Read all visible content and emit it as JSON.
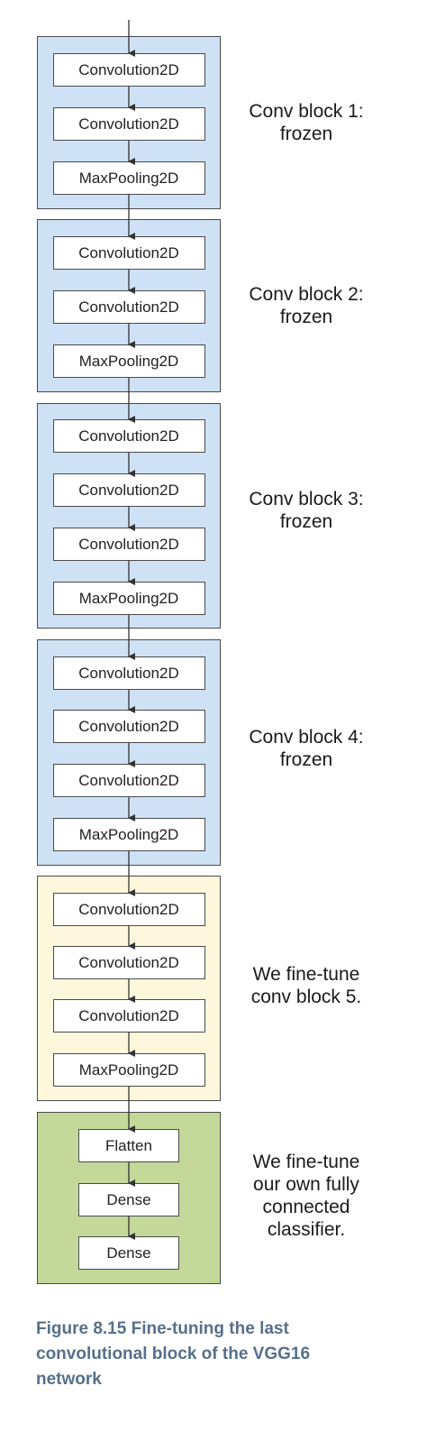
{
  "blocks": [
    {
      "kind": "frozen",
      "layers": [
        "Convolution2D",
        "Convolution2D",
        "MaxPooling2D"
      ],
      "label": [
        "Conv block 1:",
        "frozen"
      ]
    },
    {
      "kind": "frozen",
      "layers": [
        "Convolution2D",
        "Convolution2D",
        "MaxPooling2D"
      ],
      "label": [
        "Conv block 2:",
        "frozen"
      ]
    },
    {
      "kind": "frozen",
      "layers": [
        "Convolution2D",
        "Convolution2D",
        "Convolution2D",
        "MaxPooling2D"
      ],
      "label": [
        "Conv block 3:",
        "frozen"
      ]
    },
    {
      "kind": "frozen",
      "layers": [
        "Convolution2D",
        "Convolution2D",
        "Convolution2D",
        "MaxPooling2D"
      ],
      "label": [
        "Conv block 4:",
        "frozen"
      ]
    },
    {
      "kind": "fine",
      "layers": [
        "Convolution2D",
        "Convolution2D",
        "Convolution2D",
        "MaxPooling2D"
      ],
      "label": [
        "We fine-tune",
        "conv block 5."
      ]
    },
    {
      "kind": "cls",
      "layers": [
        "Flatten",
        "Dense",
        "Dense"
      ],
      "label": [
        "We fine-tune",
        "our own fully",
        "connected",
        "classifier."
      ]
    }
  ],
  "caption": {
    "lines": [
      "Figure 8.15    Fine-tuning the last",
      "convolutional block of the VGG16",
      "network"
    ]
  },
  "colors": {
    "frozen": "#cfe2f5",
    "fine": "#fdf8dc",
    "classifier": "#c4d89a",
    "stroke": "#4a4a4a",
    "caption": "#56708a"
  }
}
